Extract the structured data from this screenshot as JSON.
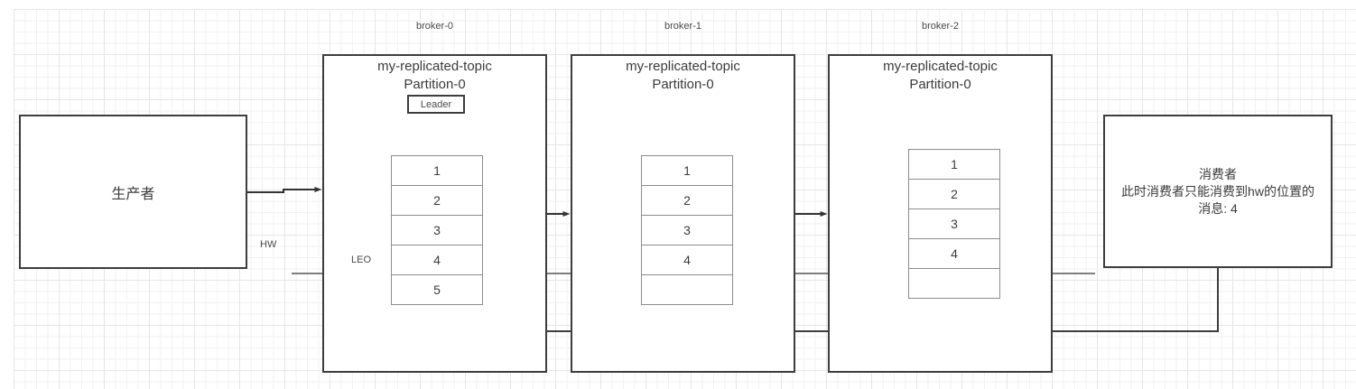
{
  "producer": {
    "label": "生产者"
  },
  "consumer": {
    "line1": "消费者",
    "line2": "此时消费者只能消费到hw的位置的",
    "line3": "消息: 4"
  },
  "brokers": [
    {
      "name": "broker-0",
      "topic": "my-replicated-topic",
      "partition": "Partition-0",
      "role_badge": "Leader",
      "cells": [
        "1",
        "2",
        "3",
        "4",
        "5"
      ]
    },
    {
      "name": "broker-1",
      "topic": "my-replicated-topic",
      "partition": "Partition-0",
      "cells": [
        "1",
        "2",
        "3",
        "4",
        ""
      ]
    },
    {
      "name": "broker-2",
      "topic": "my-replicated-topic",
      "partition": "Partition-0",
      "cells": [
        "1",
        "2",
        "3",
        "4",
        ""
      ]
    }
  ],
  "markers": {
    "hw_label": "HW",
    "leo_label": "LEO"
  },
  "colors": {
    "box_border": "#3d3d3d",
    "cell_border": "#8c8c8c",
    "hw_line": "#7f7f7f",
    "arrow": "#333333",
    "grid_minor": "#f2f2f2",
    "grid_major": "#e6e6e6"
  }
}
